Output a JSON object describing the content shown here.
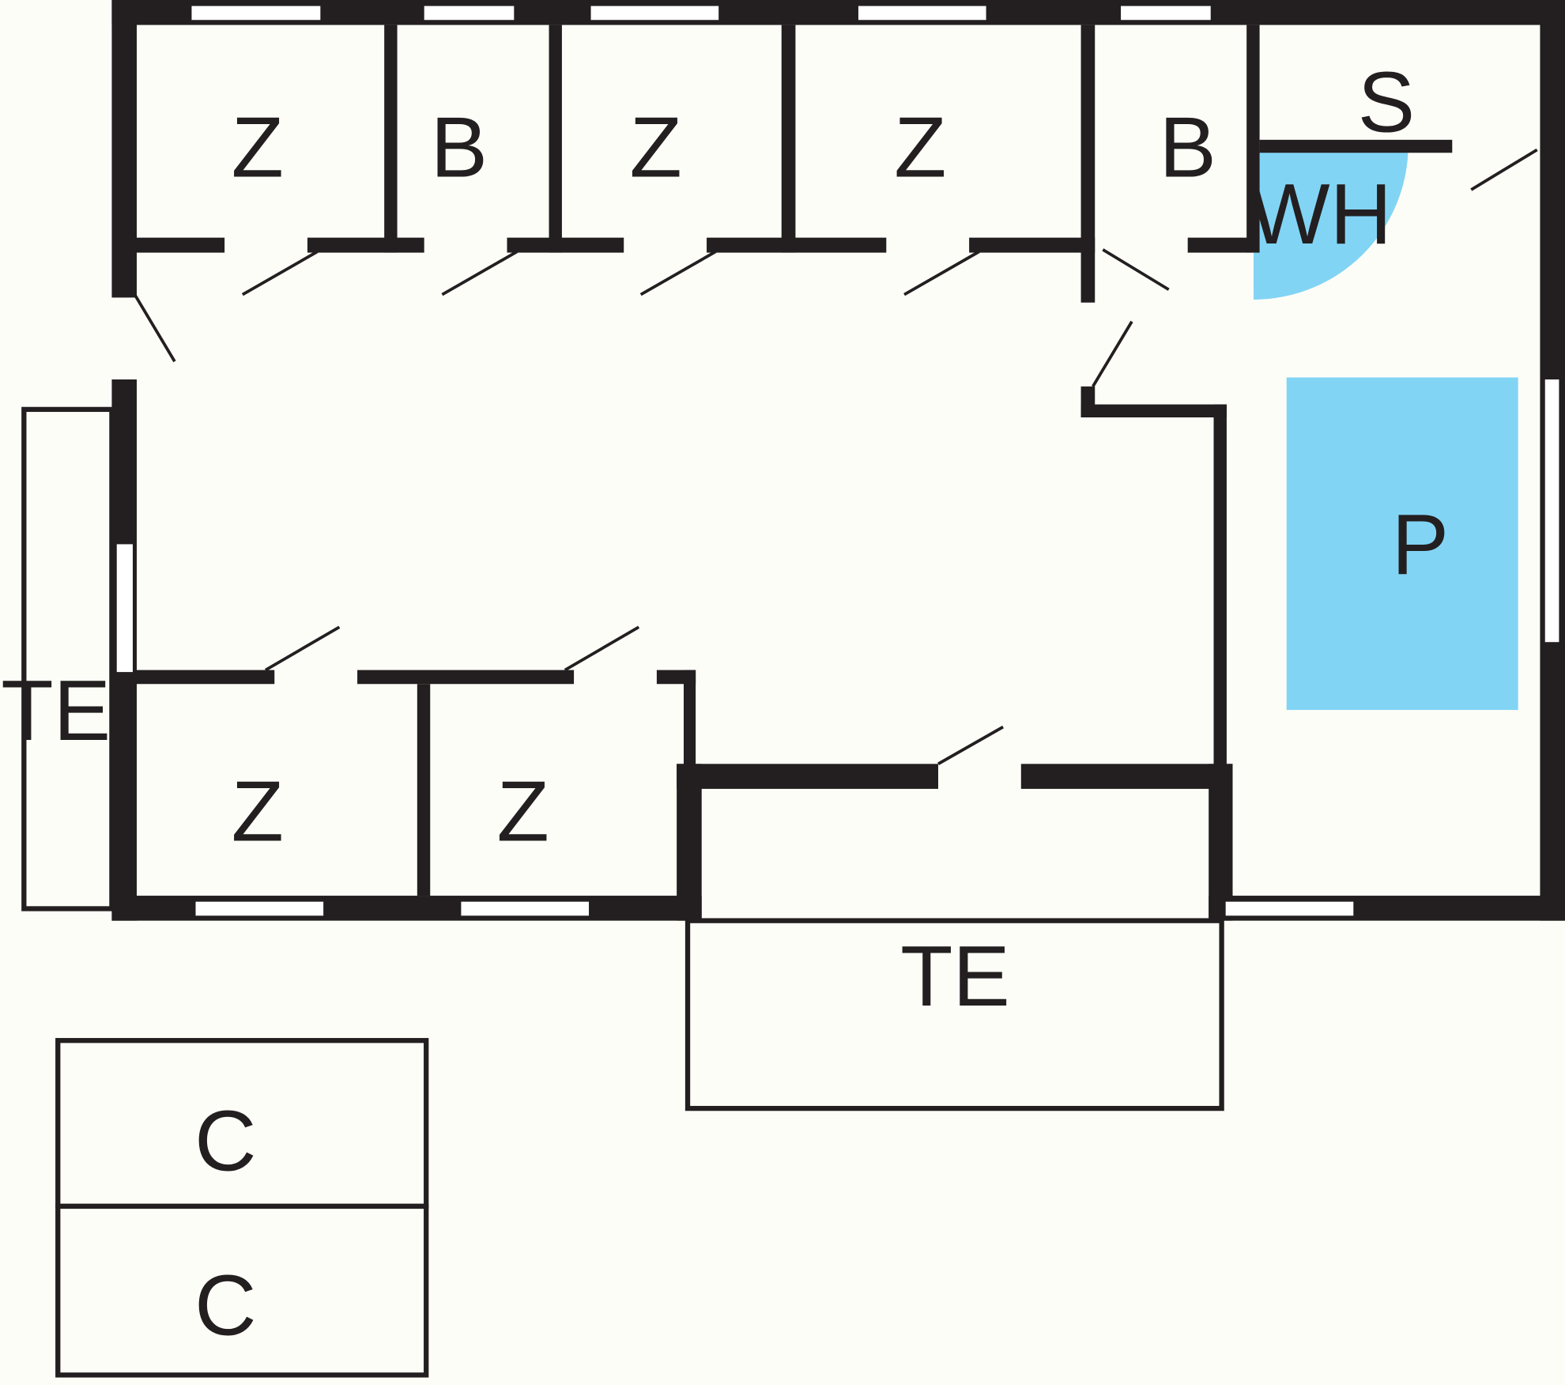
{
  "colors": {
    "background": "#fdfdf8",
    "wall": "#231f20",
    "highlight": "#82d4f5",
    "window": "#ffffff"
  },
  "rooms": {
    "top_z1": "Z",
    "top_b1": "B",
    "top_z2": "Z",
    "top_z3": "Z",
    "top_b2": "B",
    "s": "S",
    "wh": "WH",
    "p": "P",
    "te_left": "TE",
    "te_bottom": "TE",
    "bottom_z1": "Z",
    "bottom_z2": "Z",
    "c1": "C",
    "c2": "C"
  }
}
